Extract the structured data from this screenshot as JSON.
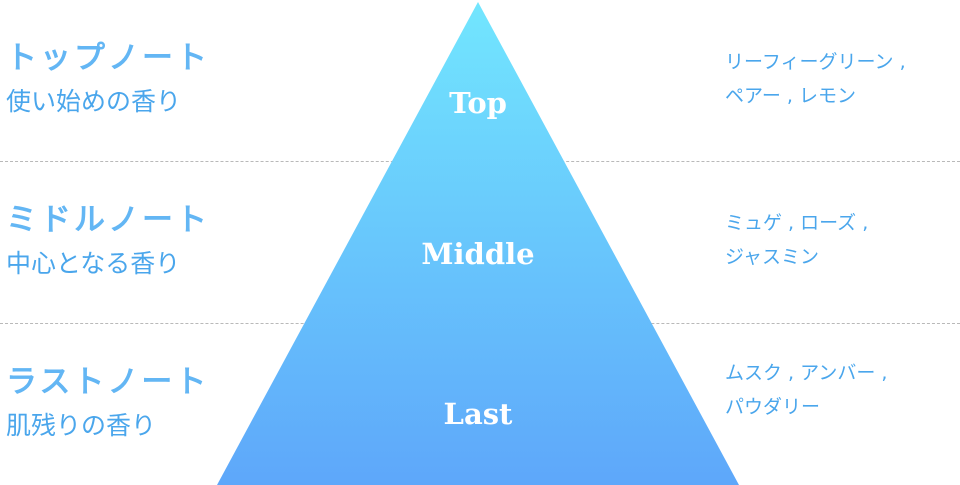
{
  "colors": {
    "pyramid_top": "#72e6fe",
    "pyramid_bottom": "#5ea7fa",
    "label_blue": "#63b6f4",
    "text_blue": "#4aa6ec",
    "divider": "#b9b9b9"
  },
  "notes": [
    {
      "title": "トップノート",
      "subtitle": "使い始めの香り",
      "tier": "Top",
      "examples": [
        "リーフィーグリーン ,",
        "ペアー , レモン"
      ]
    },
    {
      "title": "ミドルノート",
      "subtitle": "中心となる香り",
      "tier": "Middle",
      "examples": [
        "ミュゲ , ローズ ,",
        "ジャスミン"
      ]
    },
    {
      "title": "ラストノート",
      "subtitle": "肌残りの香り",
      "tier": "Last",
      "examples": [
        "ムスク , アンバー ,",
        "パウダリー"
      ]
    }
  ]
}
